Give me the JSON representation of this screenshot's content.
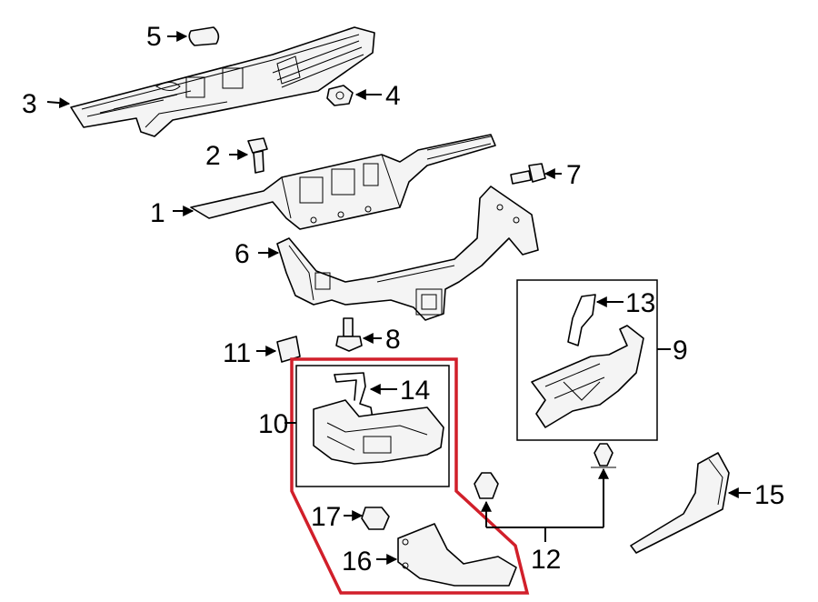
{
  "callouts": {
    "c1": "1",
    "c2": "2",
    "c3": "3",
    "c4": "4",
    "c5": "5",
    "c6": "6",
    "c7": "7",
    "c8": "8",
    "c9": "9",
    "c10": "10",
    "c11": "11",
    "c12": "12",
    "c13": "13",
    "c14": "14",
    "c15": "15",
    "c16": "16",
    "c17": "17"
  },
  "colors": {
    "highlight": "#d11f2a",
    "line": "#000000",
    "part_fill": "#f4f4f4"
  },
  "highlighted_group": "10"
}
